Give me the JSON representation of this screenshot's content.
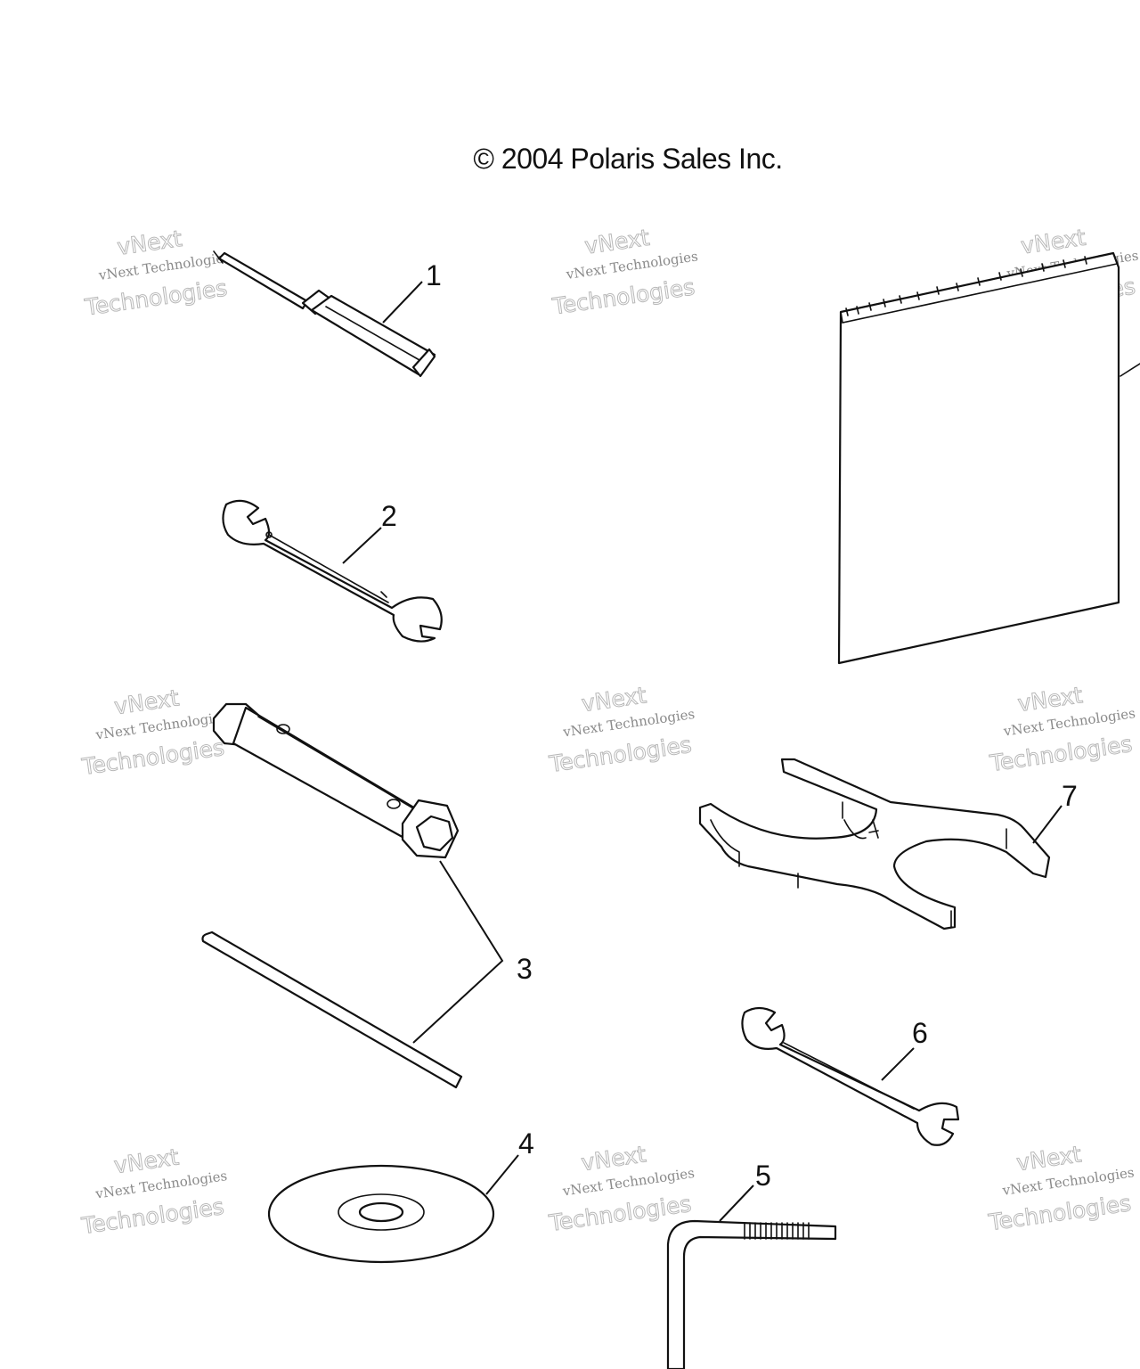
{
  "copyright": "© 2004 Polaris Sales Inc.",
  "watermark": {
    "line1": "vNext Technologies",
    "line2": "vNext",
    "line3": "Technologies"
  },
  "callouts": [
    {
      "id": "1",
      "label": "1",
      "part": "screwdriver"
    },
    {
      "id": "2",
      "label": "2",
      "part": "open-end-wrench"
    },
    {
      "id": "3",
      "label": "3",
      "part": "spark-plug-socket-and-bar"
    },
    {
      "id": "4",
      "label": "4",
      "part": "disc"
    },
    {
      "id": "5",
      "label": "5",
      "part": "hex-key"
    },
    {
      "id": "6",
      "label": "6",
      "part": "open-end-wrench-small"
    },
    {
      "id": "7",
      "label": "7",
      "part": "spanner-tool"
    }
  ]
}
